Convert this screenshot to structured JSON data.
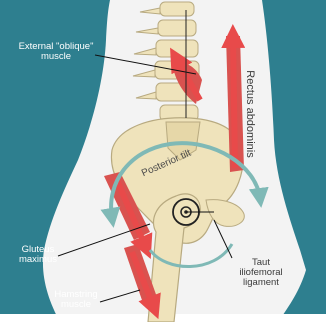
{
  "colors": {
    "background": "#2e7f8f",
    "body": "#f3f3f3",
    "bone": "#efe3bb",
    "muscle": "#d9524f",
    "arrow": "#e84a4a",
    "rotation_arrow": "#7fb9b6"
  },
  "labels": {
    "external_oblique_line1": "External \"oblique\"",
    "external_oblique_line2": "muscle",
    "rectus_abdominis": "Rectus abdominis",
    "posterior_tilt": "Posterior tilt",
    "gluteus_line1": "Gluteus",
    "gluteus_line2": "maximus",
    "hamstring_line1": "Hamstring",
    "hamstring_line2": "muscle",
    "ligament_line1": "Taut",
    "ligament_line2": "iliofemoral",
    "ligament_line3": "ligament"
  }
}
